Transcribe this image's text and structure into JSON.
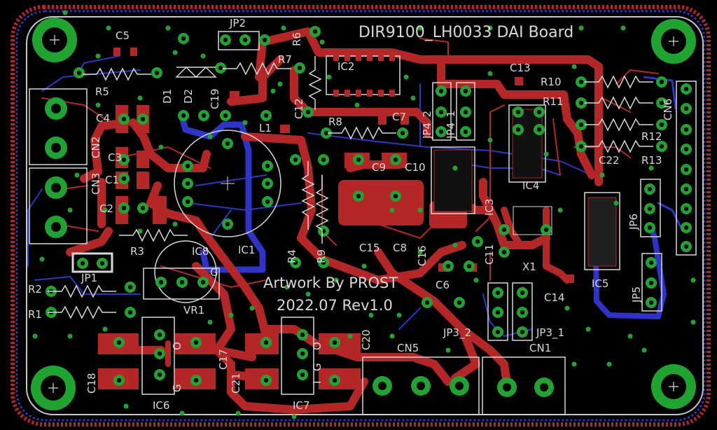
{
  "board": {
    "title": "DIR9100_LH0033 DAI Board",
    "credit_line1": "Artwork By PROST",
    "credit_line2": "2022.07 Rev1.0"
  },
  "colors": {
    "background": "#000000",
    "top_copper": "#b52727",
    "bottom_copper": "#2f34c8",
    "pad": "#1fa52f",
    "silkscreen": "#d8d8d8",
    "board_outline": "#c8c8c8"
  },
  "icons": [
    "mounting-hole-icon",
    "via-icon",
    "pad-icon"
  ],
  "refs": {
    "c5": "C5",
    "jp2": "JP2",
    "r6": "R6",
    "r7": "R7",
    "ic2": "IC2",
    "r5": "R5",
    "d1": "D1",
    "d2": "D2",
    "c19": "C19",
    "c12": "C12",
    "c4": "C4",
    "cn2": "CN2",
    "cn3": "CN3",
    "c3": "C3",
    "c1": "C1",
    "c2": "C2",
    "l1": "L1",
    "r8": "R8",
    "c7": "C7",
    "c9": "C9",
    "c10": "C10",
    "jp4_2": "JP4_2",
    "jp4_1": "JP4_1",
    "c13": "C13",
    "r10": "R10",
    "r11": "R11",
    "cn6": "CN6",
    "r12": "R12",
    "r13": "R13",
    "c22": "C22",
    "ic4": "IC4",
    "ic3": "IC3",
    "jp6": "JP6",
    "r3": "R3",
    "ic8": "IC8",
    "ic1": "IC1",
    "r4": "R4",
    "r9": "R9",
    "c15": "C15",
    "c8": "C8",
    "c16": "C16",
    "c11": "C11",
    "x1": "X1",
    "ic5": "IC5",
    "jp5": "JP5",
    "jp1": "JP1",
    "r2": "R2",
    "r1": "R1",
    "vr1": "VR1",
    "c6": "C6",
    "c14": "C14",
    "jp3_2": "JP3_2",
    "jp3_1": "JP3_1",
    "c20": "C20",
    "cn5": "CN5",
    "cn1": "CN1",
    "c17": "C17",
    "c18": "C18",
    "c21": "C21",
    "ic6": "IC6",
    "ic7": "IC7",
    "o": "O",
    "g": "G",
    "i": "I"
  }
}
